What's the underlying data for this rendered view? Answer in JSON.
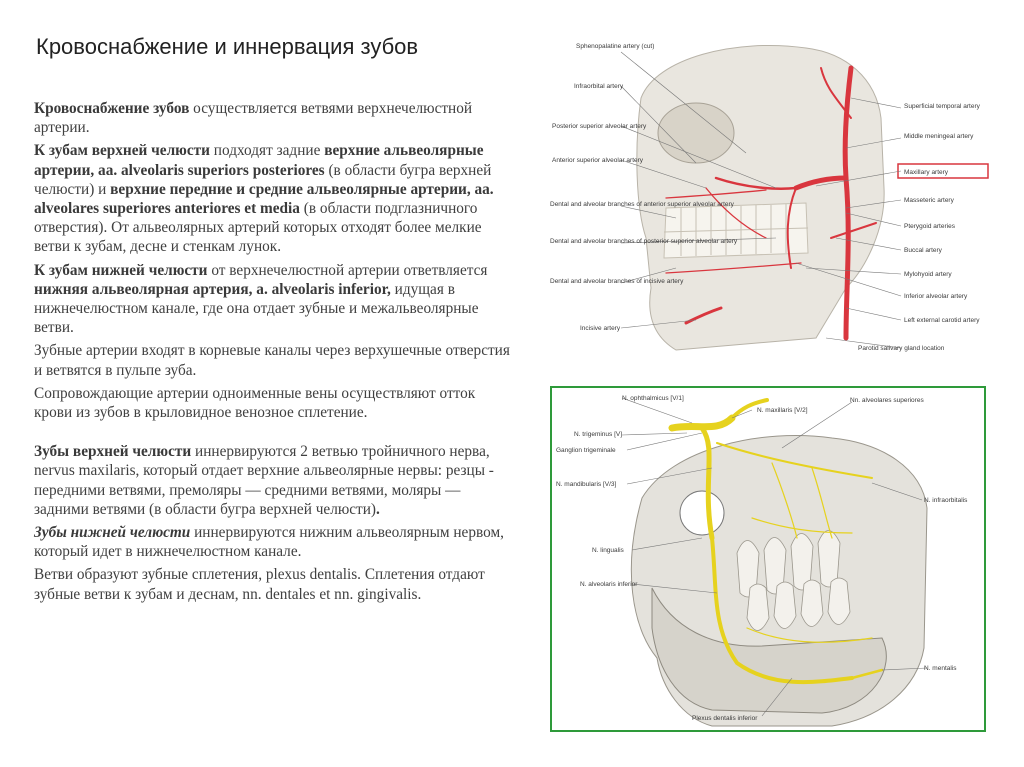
{
  "title": "Кровоснабжение и иннервация зубов",
  "paragraphs": [
    {
      "runs": [
        {
          "t": "Кровоснабжение зубов",
          "b": true
        },
        {
          "t": " осуществляется ветвями верхнечелюстной артерии."
        }
      ]
    },
    {
      "runs": [
        {
          "t": "К зубам верхней челюсти",
          "b": true
        },
        {
          "t": " подходят  задние "
        },
        {
          "t": "верхние альвеолярные артерии, aa. alveolaris superiors posteriores",
          "b": true
        },
        {
          "t": " (в области бугра верхней челюсти) и "
        },
        {
          "t": "верхние передние и средние альвеолярные артерии, aa. alveolares superiores anteriores et media",
          "b": true
        },
        {
          "t": " (в области подглазничного отверстия).  От альвеолярных артерий которых отходят более мелкие ветви к зубам, десне и стенкам лунок."
        }
      ]
    },
    {
      "runs": [
        {
          "t": "К зубам нижней челюсти",
          "b": true
        },
        {
          "t": " от верхнечелюстной артерии ответвляется "
        },
        {
          "t": "нижняя альвеолярная артерия, a. alveolaris inferior,",
          "b": true
        },
        {
          "t": " идущая в нижнечелюстном канале, где она отдает зубные и межальвеолярные ветви."
        }
      ]
    },
    {
      "runs": [
        {
          "t": "Зубные артерии входят в корневые каналы через верхушечные отверстия и ветвятся в пульпе зуба."
        }
      ]
    },
    {
      "runs": [
        {
          "t": "Сопровождающие артерии одноименные вены осуществляют отток крови из зубов в крыловидное венозное сплетение."
        }
      ]
    },
    {
      "gap": true,
      "runs": [
        {
          "t": "Зубы верхней челюсти",
          "b": true
        },
        {
          "t": " иннервируются  2 ветвью тройничного нерва, nervus maxilaris, который отдает верхние альвеолярные нервы: резцы - передними ветвями, премоляры — средними ветвями, моляры — задними ветвями (в области бугра верхней челюсти)"
        },
        {
          "t": ".",
          "b": true
        }
      ]
    },
    {
      "runs": [
        {
          "t": "Зубы нижней челюсти",
          "b": true,
          "i": true
        },
        {
          "t": " иннервируются нижним альвеолярным нервом, который идет в нижнечелюстном канале."
        }
      ]
    },
    {
      "runs": [
        {
          "t": "Ветви образуют  зубные сплетения, plexus dentalis. Сплетения отдают зубные ветви к зубам и деснам, nn. dentales et nn. gingivalis."
        }
      ]
    }
  ],
  "figure1": {
    "labels_left": [
      "Sphenopalatine artery (cut)",
      "Infraorbital artery",
      "Posterior superior alveolar artery",
      "Anterior superior alveolar artery",
      "Dental and alveolar branches of anterior superior alveolar artery",
      "Dental and alveolar branches of posterior superior alveolar artery",
      "Dental and alveolar branches of incisive artery",
      "Incisive artery"
    ],
    "labels_right": [
      "Superficial temporal artery",
      "Middle meningeal artery",
      "Maxillary artery",
      "Masseteric artery",
      "Pterygoid arteries",
      "Buccal artery",
      "Mylohyoid artery",
      "Inferior alveolar artery",
      "Left external carotid artery",
      "Parotid salivary gland location"
    ],
    "highlight_color": "#d9363e"
  },
  "figure2": {
    "labels": [
      "N. ophthalmicus [V/1]",
      "N. maxillaris [V/2]",
      "Nn. alveolares superiores",
      "N. trigeminus [V]",
      "Ganglion trigeminale",
      "N. mandibularis [V/3]",
      "N. infraorbitalis",
      "N. lingualis",
      "N. alveolaris inferior",
      "N. mentalis",
      "Plexus dentalis inferior"
    ],
    "frame_color": "#2e9a3a",
    "nerve_color": "#e6d21e"
  }
}
